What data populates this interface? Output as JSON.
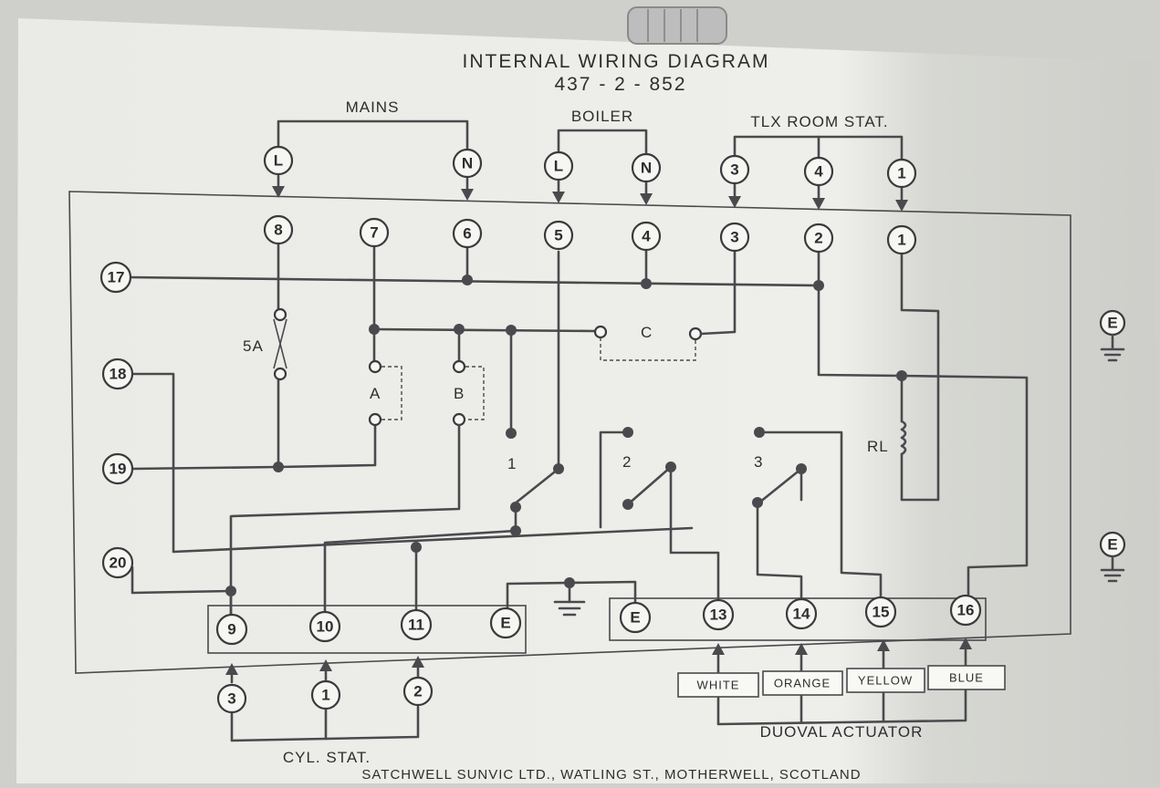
{
  "title": "INTERNAL WIRING DIAGRAM",
  "part_number": "437 - 2 - 852",
  "groups": {
    "mains": "MAINS",
    "boiler": "BOILER",
    "room_stat": "TLX ROOM STAT.",
    "cyl_stat": "CYL. STAT.",
    "actuator": "DUOVAL ACTUATOR"
  },
  "external_terminals": {
    "mains_l": "L",
    "mains_n": "N",
    "boiler_l": "L",
    "boiler_n": "N",
    "stat_3": "3",
    "stat_4": "4",
    "stat_1": "1",
    "cyl_3": "3",
    "cyl_1": "1",
    "cyl_2": "2"
  },
  "top_terminals": [
    "8",
    "7",
    "6",
    "5",
    "4",
    "3",
    "2",
    "1"
  ],
  "left_terminals": [
    "17",
    "18",
    "19",
    "20"
  ],
  "bottom_terminals": [
    "9",
    "10",
    "11",
    "E",
    "E",
    "13",
    "14",
    "15",
    "16"
  ],
  "earth_symbol": "E",
  "component_labels": {
    "fuse": "5A",
    "switch_a": "A",
    "switch_b": "B",
    "switch_c": "C",
    "relay": "RL",
    "contact_1": "1",
    "contact_2": "2",
    "contact_3": "3"
  },
  "wire_colors": [
    "WHITE",
    "ORANGE",
    "YELLOW",
    "BLUE"
  ],
  "footer": "SATCHWELL SUNVIC LTD., WATLING ST., MOTHERWELL, SCOTLAND",
  "colors": {
    "paper": "#eeeeea",
    "ink": "#3a3a3e",
    "background": "#cfd0cc"
  }
}
